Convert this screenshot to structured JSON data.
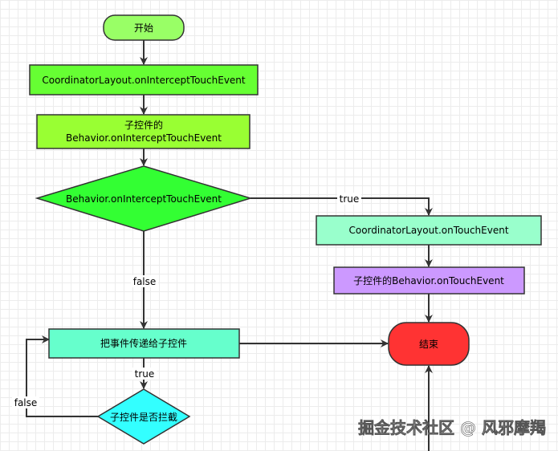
{
  "nodes": {
    "start": "开始",
    "coordinator_intercept": "CoordinatorLayout.onInterceptTouchEvent",
    "child_behavior_line1": "子控件的",
    "child_behavior_line2": "Behavior.onInterceptTouchEvent",
    "decision_behavior": "Behavior.onInterceptTouchEvent",
    "coordinator_touch": "CoordinatorLayout.onTouchEvent",
    "child_behavior_touch": "子控件的Behavior.onTouchEvent",
    "dispatch_child": "把事件传递给子控件",
    "end": "结束",
    "decision_child": "子控件是否拦截"
  },
  "edges": {
    "true_right": "true",
    "false_down": "false",
    "true_down": "true",
    "false_left": "false"
  },
  "watermark": "掘金技术社区 @ 风邪摩羯",
  "colors": {
    "start": "#99FF66",
    "process_green": "#66FF33",
    "process_lime": "#99FF33",
    "decision_green": "#33FF33",
    "teal": "#99FFCC",
    "purple": "#CC99FF",
    "end": "#FF3333",
    "cyan": "#33FFFF"
  }
}
